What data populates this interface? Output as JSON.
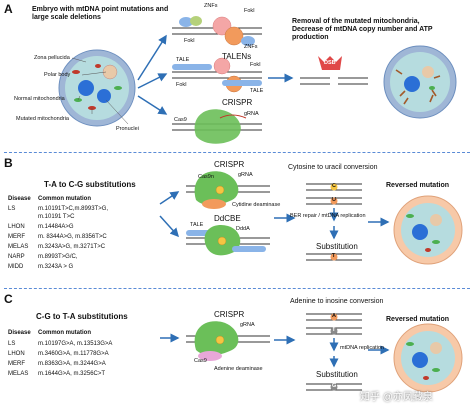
{
  "colors": {
    "nucleus_blue": "#2b6fd6",
    "cell_teal": "#b6dcdf",
    "mito_red": "#c0392b",
    "mito_green": "#4caf50",
    "zona": "#9fb6d6",
    "section_divider": "#5a8bd6",
    "arrow_blue": "#2e6fb5",
    "pink": "#f4a6a6",
    "orange": "#f29a5c",
    "green_protein": "#6bbf59",
    "yellow": "#f5c542"
  },
  "panelA": {
    "letter": "A",
    "title": "Embryo with mtDNA point mutations and large scale deletions",
    "labels": {
      "zona": "Zona pellucida",
      "polar": "Polar body",
      "normal": "Normal mitochondria",
      "mutated": "Mutated mitochondria",
      "pronuclei": "Pronuclei"
    },
    "tools": {
      "znfs": "ZNFs",
      "foki": "FokI",
      "talens": "TALENs",
      "tale": "TALE",
      "crispr": "CRISPR",
      "cas9": "Cas9",
      "grna": "gRNA"
    },
    "dsb": "DSB",
    "result": "Removal of the mutated mitochondria, Decrease of mtDNA copy number and ATP production"
  },
  "panelB": {
    "letter": "B",
    "title": "T-A to C-G substitutions",
    "headers": {
      "disease": "Disease",
      "mutation": "Common mutation"
    },
    "rows": [
      {
        "disease": "LS",
        "mutation": "m.10191T>C,m.8993T>G,"
      },
      {
        "disease": "",
        "mutation": "m.10191 T>C"
      },
      {
        "disease": "LHON",
        "mutation": "m.14484A>G"
      },
      {
        "disease": "MERF",
        "mutation": "m. 8344A>G, m.8356T>C"
      },
      {
        "disease": "MELAS",
        "mutation": "m.3243A>G, m.3271T>C"
      },
      {
        "disease": "NARP",
        "mutation": "m.8993T>G/C,"
      },
      {
        "disease": "MIDD",
        "mutation": "m.3243A > G"
      }
    ],
    "crispr": "CRISPR",
    "cas9n": "Cas9n",
    "grna": "gRNA",
    "cytidine": "Cytidine deaminase",
    "ddcbe": "DdCBE",
    "tale": "TALE",
    "ddda": "DddA",
    "conversion": "Cytosine to uracil conversion",
    "repair": "BER repair / mtDNA replication",
    "substitution": "Substitution",
    "reversed": "Reversed mutation",
    "base_c": "C",
    "base_u": "U",
    "base_t": "T"
  },
  "panelC": {
    "letter": "C",
    "title": "C-G to T-A substitutions",
    "headers": {
      "disease": "Disease",
      "mutation": "Common mutation"
    },
    "rows": [
      {
        "disease": "LS",
        "mutation": "m.10197G>A, m.13513G>A"
      },
      {
        "disease": "LHON",
        "mutation": "m.3460G>A, m.11778G>A"
      },
      {
        "disease": "MERF",
        "mutation": "m.8363G>A, m.3244G>A"
      },
      {
        "disease": "MELAS",
        "mutation": "m.1644G>A, m.3256C>T"
      }
    ],
    "crispr": "CRISPR",
    "cas9": "Cas9",
    "grna": "gRNA",
    "adenine": "Adenine deaminase",
    "conversion": "Adenine to inosine conversion",
    "replication": "mtDNA replication",
    "substitution": "Substitution",
    "reversed": "Reversed mutation",
    "base_a": "A",
    "base_i": "I",
    "base_g": "G"
  },
  "watermark": "知乎 @亦凤藏泉"
}
